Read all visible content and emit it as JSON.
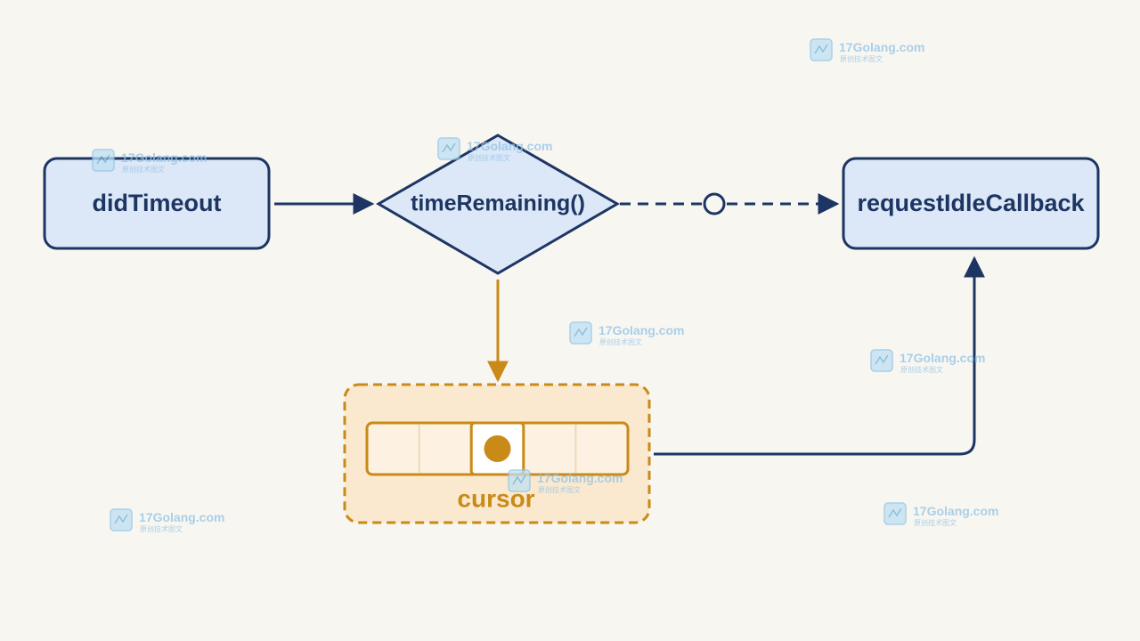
{
  "colors": {
    "background": "#f8f6f1",
    "node_fill": "#dce7f7",
    "node_stroke": "#1c3563",
    "accent": "#c98a17",
    "cursor_fill": "#fbe9cf",
    "cell_fill": "#fdf2e2",
    "watermark": "#8fc3e6"
  },
  "nodes": {
    "did_timeout": {
      "label": "didTimeout"
    },
    "time_remaining": {
      "label": "timeRemaining()"
    },
    "request_idle_callback": {
      "label": "requestIdleCallback"
    },
    "cursor": {
      "label": "cursor",
      "cells": 5,
      "active_cell": 3
    }
  },
  "edges": [
    {
      "from": "didTimeout",
      "to": "timeRemaining()",
      "style": "solid"
    },
    {
      "from": "timeRemaining()",
      "to": "requestIdleCallback",
      "style": "dashed",
      "midpoint": "open-circle"
    },
    {
      "from": "timeRemaining()",
      "to": "cursor",
      "style": "solid-accent"
    },
    {
      "from": "cursor",
      "to": "requestIdleCallback",
      "style": "solid"
    }
  ],
  "watermarks": [
    {
      "text": "17Golang.com",
      "sub": "原创技术图文"
    },
    {
      "text": "17Golang.com",
      "sub": "原创技术图文"
    },
    {
      "text": "17Golang.com",
      "sub": "原创技术图文"
    },
    {
      "text": "17Golang.com",
      "sub": "原创技术图文"
    },
    {
      "text": "17Golang.com",
      "sub": "原创技术图文"
    },
    {
      "text": "17Golang.com",
      "sub": "原创技术图文"
    },
    {
      "text": "17Golang.com",
      "sub": "原创技术图文"
    },
    {
      "text": "17Golang.com",
      "sub": "原创技术图文"
    }
  ]
}
